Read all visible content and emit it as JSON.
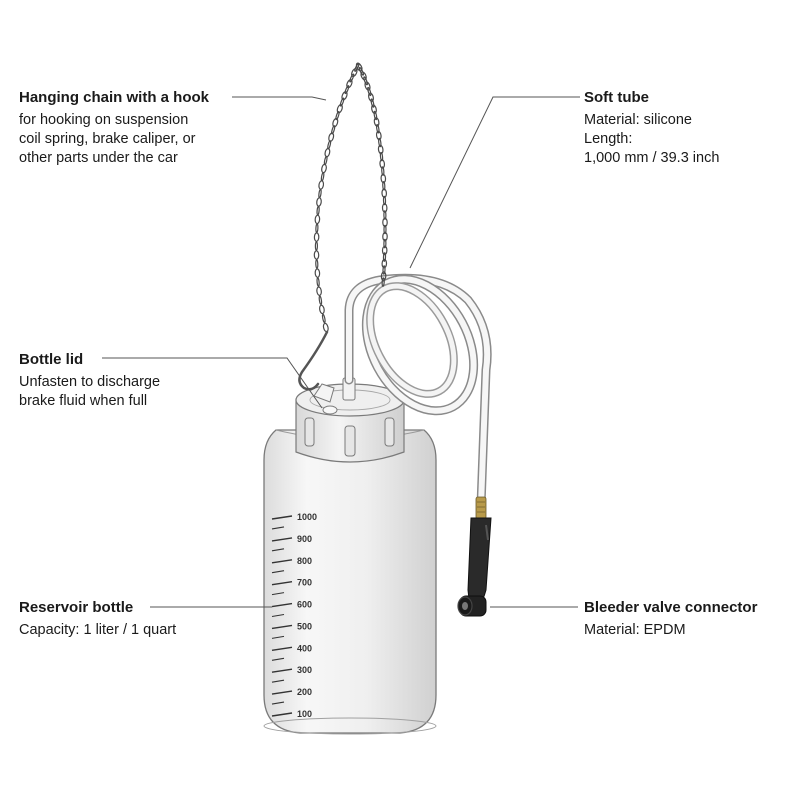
{
  "callouts": {
    "chain": {
      "title": "Hanging chain with a hook",
      "lines": [
        "for hooking on suspension",
        "coil spring, brake caliper, or",
        "other parts under the car"
      ]
    },
    "tube": {
      "title": "Soft tube",
      "lines": [
        "Material: silicone",
        "Length:",
        "1,000 mm / 39.3 inch"
      ]
    },
    "lid": {
      "title": "Bottle lid",
      "lines": [
        "Unfasten to discharge",
        "brake fluid when full"
      ]
    },
    "bottle": {
      "title": "Reservoir bottle",
      "lines": [
        "Capacity: 1 liter / 1 quart"
      ]
    },
    "connector": {
      "title": "Bleeder valve connector",
      "lines": [
        "Material: EPDM"
      ]
    }
  },
  "scale_labels": [
    "1000",
    "900",
    "800",
    "700",
    "600",
    "500",
    "400",
    "300",
    "200",
    "100"
  ],
  "colors": {
    "text": "#1a1a1a",
    "leader": "#555555",
    "outline": "#7a7a7a",
    "bottle_fill": "#f1f1f1",
    "connector": "#222222",
    "brass": "#b89a4a"
  }
}
